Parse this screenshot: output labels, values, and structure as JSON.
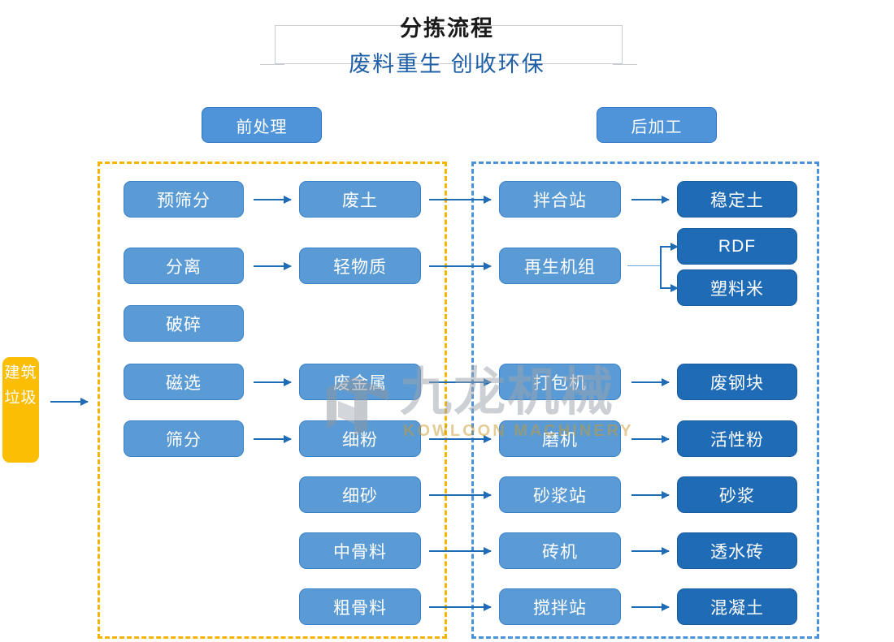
{
  "header": {
    "title": "分拣流程",
    "subtitle": "废料重生 创收环保"
  },
  "stages": {
    "pre_label": "前处理",
    "post_label": "后加工"
  },
  "source": {
    "label": "建筑垃圾"
  },
  "columns": {
    "col1": [
      {
        "label": "预筛分"
      },
      {
        "label": "分离"
      },
      {
        "label": "破碎"
      },
      {
        "label": "磁选"
      },
      {
        "label": "筛分"
      }
    ],
    "col2": [
      {
        "label": "废土"
      },
      {
        "label": "轻物质"
      },
      {
        "label": "废金属"
      },
      {
        "label": "细粉"
      },
      {
        "label": "细砂"
      },
      {
        "label": "中骨料"
      },
      {
        "label": "粗骨料"
      }
    ],
    "col3": [
      {
        "label": "拌合站"
      },
      {
        "label": "再生机组"
      },
      {
        "label": "打包机"
      },
      {
        "label": "磨机"
      },
      {
        "label": "砂浆站"
      },
      {
        "label": "砖机"
      },
      {
        "label": "搅拌站"
      }
    ],
    "col4": [
      {
        "label": "稳定土"
      },
      {
        "label": "RDF"
      },
      {
        "label": "塑料米"
      },
      {
        "label": "废钢块"
      },
      {
        "label": "活性粉"
      },
      {
        "label": "砂浆"
      },
      {
        "label": "透水砖"
      },
      {
        "label": "混凝土"
      }
    ]
  },
  "watermark": {
    "cn": "九龙机械",
    "en": "KOWLOON MACHINERY"
  },
  "colors": {
    "accent_yellow": "#fbbe05",
    "group_yellow": "#f5b400",
    "group_blue": "#4b92d8",
    "node_light": "#5b9bd5",
    "node_dark": "#1f6bb5",
    "title_text": "#1b1b1b",
    "subtitle_text": "#1f5fa8"
  }
}
